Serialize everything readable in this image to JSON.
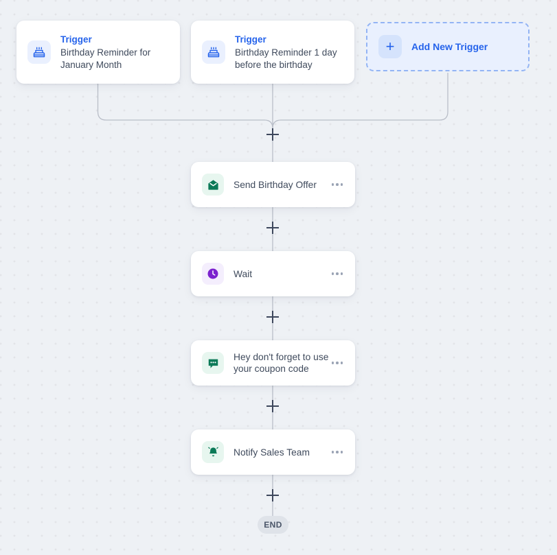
{
  "canvas": {
    "background_color": "#eef1f5",
    "dot_color": "#e2e4e8",
    "connector_color": "#b9bec8"
  },
  "triggers": [
    {
      "icon": "birthday-cake-icon",
      "kicker": "Trigger",
      "description": "Birthday Reminder for January Month",
      "accent": "#2563eb"
    },
    {
      "icon": "birthday-cake-icon",
      "kicker": "Trigger",
      "description": "Birthday Reminder 1 day before the birthday",
      "accent": "#2563eb"
    }
  ],
  "add_trigger": {
    "icon": "plus-icon",
    "label": "Add New Trigger",
    "accent": "#2563eb"
  },
  "steps": [
    {
      "icon": "envelope-open-icon",
      "icon_color": "#0b7a57",
      "icon_bg": "#e7f6ef",
      "label": "Send Birthday Offer",
      "menu": "more-options"
    },
    {
      "icon": "clock-icon",
      "icon_color": "#7c22ce",
      "icon_bg": "#f4eefd",
      "label": "Wait",
      "menu": "more-options"
    },
    {
      "icon": "chat-bubble-icon",
      "icon_color": "#0b7a57",
      "icon_bg": "#e7f6ef",
      "label": "Hey don't forget to use your coupon code",
      "menu": "more-options"
    },
    {
      "icon": "bell-ring-icon",
      "icon_color": "#0b7a57",
      "icon_bg": "#e7f6ef",
      "label": "Notify Sales Team",
      "menu": "more-options"
    }
  ],
  "end_node": {
    "label": "END"
  },
  "add_step_buttons": [
    {
      "name": "add-step-after-triggers"
    },
    {
      "name": "add-step-after-send-birthday-offer"
    },
    {
      "name": "add-step-after-wait"
    },
    {
      "name": "add-step-after-coupon-message"
    },
    {
      "name": "add-step-after-notify-sales-team"
    }
  ]
}
